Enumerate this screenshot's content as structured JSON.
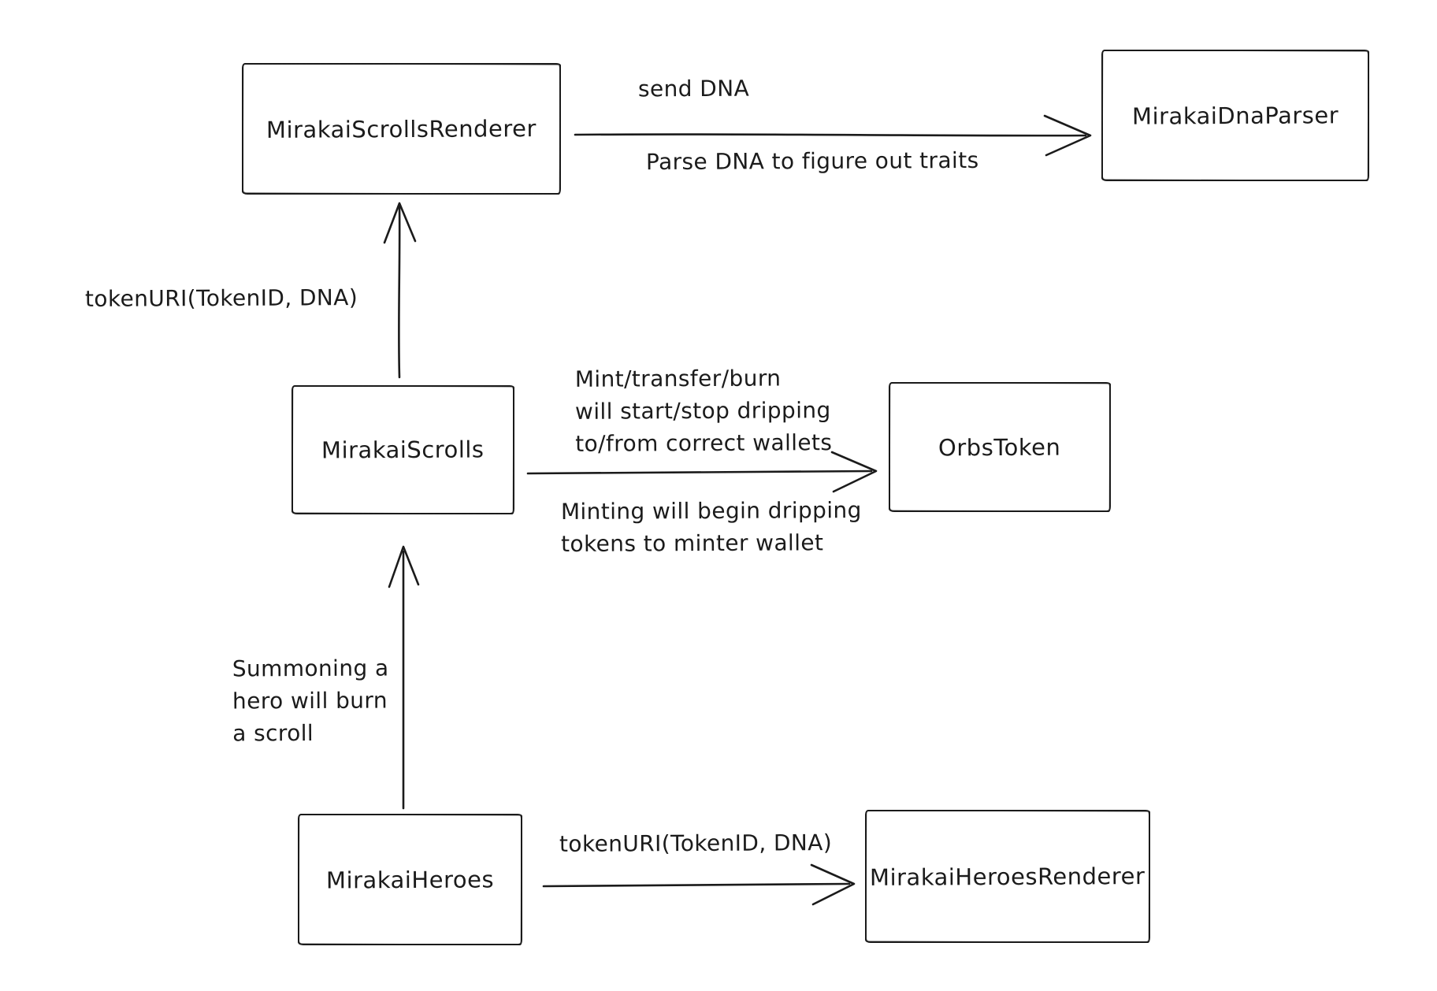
{
  "diagram": {
    "colors": {
      "ink": "#1b1b1b",
      "background": "#ffffff"
    },
    "nodes": {
      "scrolls_renderer": {
        "label": "MirakaiScrollsRenderer"
      },
      "dna_parser": {
        "label": "MirakaiDnaParser"
      },
      "scrolls": {
        "label": "MirakaiScrolls"
      },
      "orbs_token": {
        "label": "OrbsToken"
      },
      "heroes": {
        "label": "MirakaiHeroes"
      },
      "heroes_renderer": {
        "label": "MirakaiHeroesRenderer"
      }
    },
    "edges": {
      "send_dna": {
        "from": "MirakaiScrollsRenderer",
        "to": "MirakaiDnaParser",
        "title": "send DNA",
        "description": "Parse DNA to figure out traits"
      },
      "token_uri_scrolls": {
        "from": "MirakaiScrolls",
        "to": "MirakaiScrollsRenderer",
        "label": "tokenURI(TokenID, DNA)"
      },
      "mint_orbs": {
        "from": "MirakaiScrolls",
        "to": "OrbsToken",
        "above": "Mint/transfer/burn\nwill start/stop dripping\nto/from correct wallets",
        "below": "Minting will begin dripping\ntokens to minter wallet"
      },
      "summon": {
        "from": "MirakaiHeroes",
        "to": "MirakaiScrolls",
        "label": "Summoning a\nhero will burn\na scroll"
      },
      "token_uri_heroes": {
        "from": "MirakaiHeroes",
        "to": "MirakaiHeroesRenderer",
        "label": "tokenURI(TokenID, DNA)"
      }
    }
  }
}
